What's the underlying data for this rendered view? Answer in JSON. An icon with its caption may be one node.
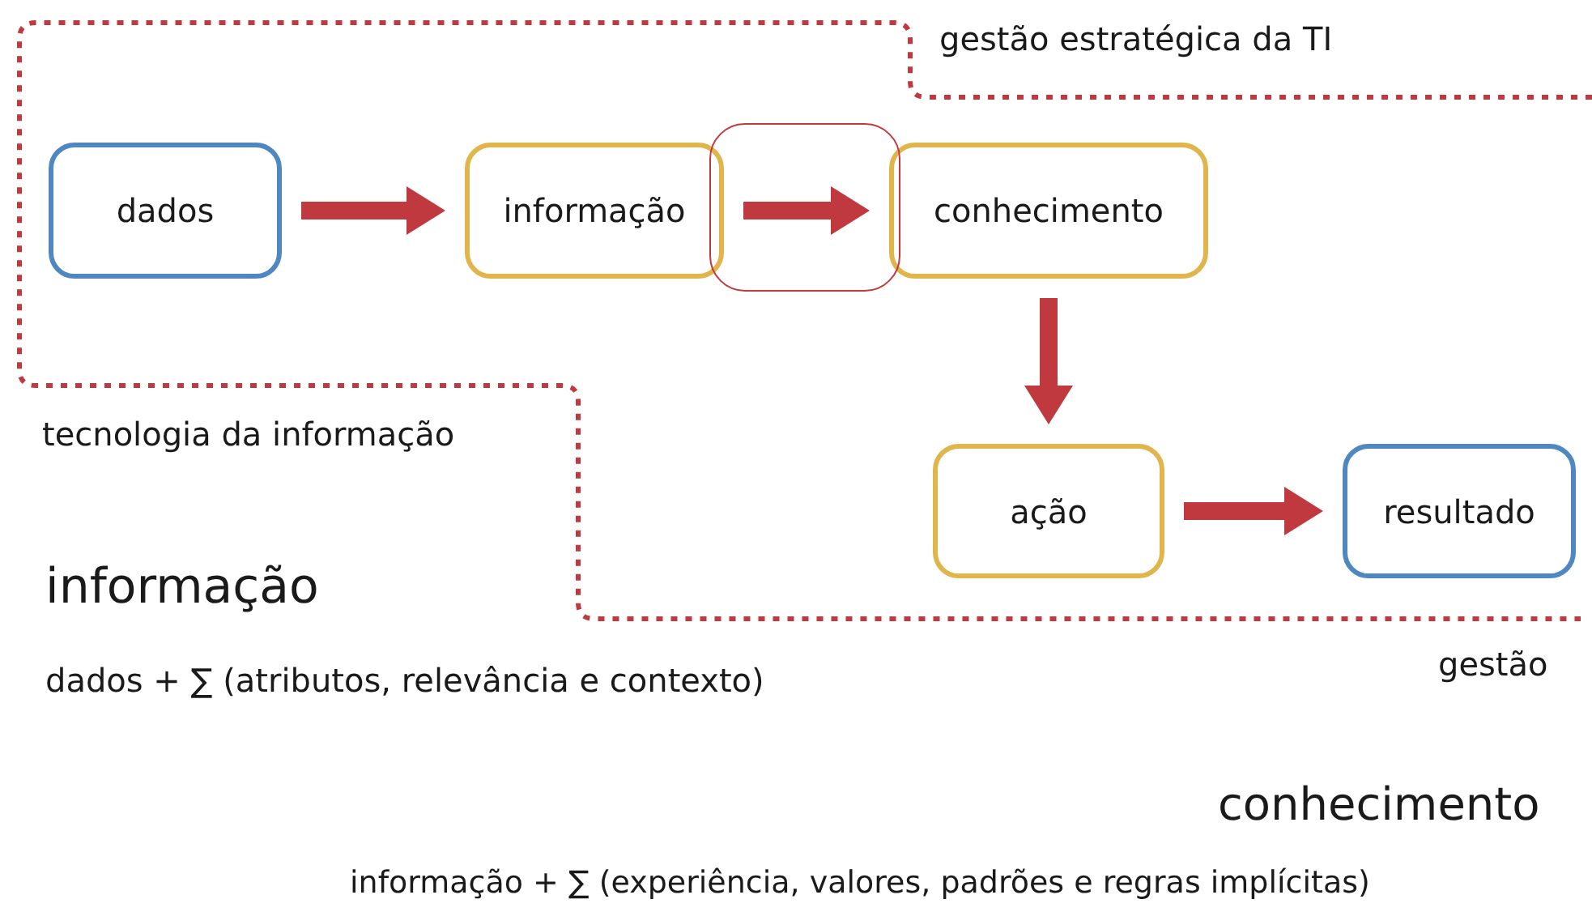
{
  "diagram": {
    "nodes": [
      {
        "text": [
          "dados"
        ]
      },
      {
        "text": [
          "informação"
        ]
      },
      {
        "text": [
          "conhecimento"
        ]
      },
      {
        "text": [
          "ação"
        ]
      },
      {
        "text": [
          "resultado"
        ]
      }
    ],
    "edges": [
      {
        "from": 0,
        "to": 1,
        "arrow": "to"
      },
      {
        "from": 1,
        "to": 2,
        "arrow": "to"
      },
      {
        "from": 2,
        "to": 3,
        "arrow": "to"
      },
      {
        "from": 3,
        "to": 4,
        "arrow": "to"
      }
    ],
    "labels": [
      "gestão estratégica da TI",
      "tecnologia da informação",
      "gestão",
      "informação",
      "dados + ∑ (atributos, relevância e contexto)",
      "conhecimento",
      "informação + ∑ (experiência, valores, padrões e regras implícitas)"
    ]
  }
}
